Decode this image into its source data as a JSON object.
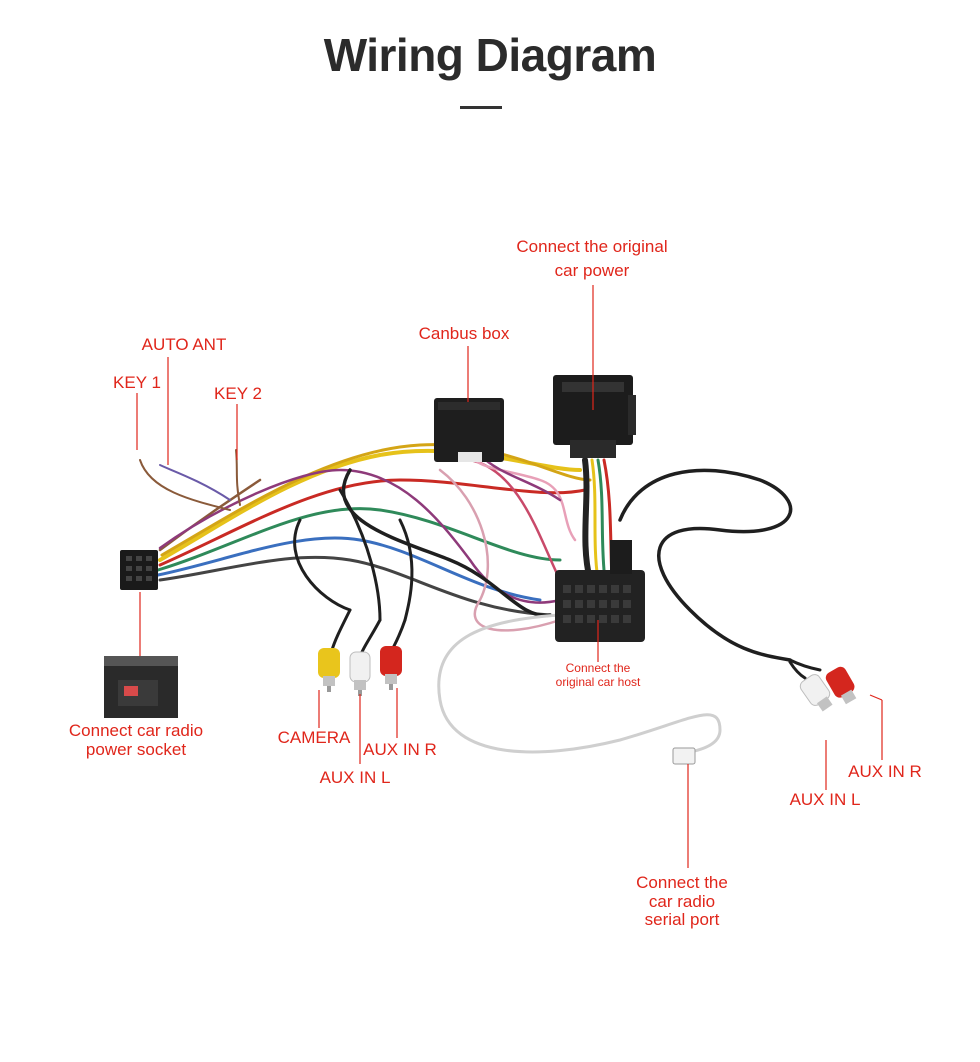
{
  "title": "Wiring Diagram",
  "colors": {
    "label": "#e0261b",
    "title": "#2b2b2b",
    "leader": "#e0261b"
  },
  "labels": {
    "car_power_1": "Connect the original",
    "car_power_2": "car power",
    "canbus_box": "Canbus box",
    "auto_ant": "AUTO ANT",
    "key1": "KEY 1",
    "key2": "KEY 2",
    "radio_socket_1": "Connect car radio",
    "radio_socket_2": "power socket",
    "camera": "CAMERA",
    "aux_in_r_left": "AUX IN R",
    "aux_in_l_left": "AUX IN L",
    "car_host_1": "Connect the",
    "car_host_2": "original car host",
    "aux_in_r_right": "AUX IN R",
    "aux_in_l_right": "AUX IN L",
    "serial_1": "Connect the",
    "serial_2": "car radio",
    "serial_3": "serial port"
  }
}
